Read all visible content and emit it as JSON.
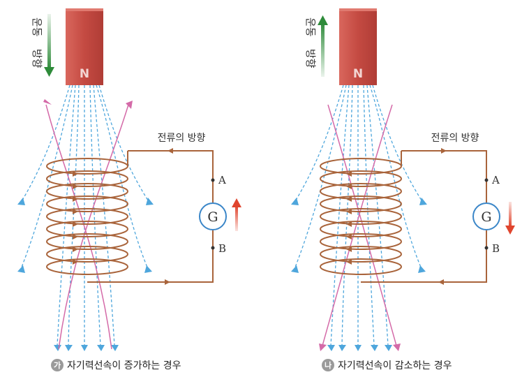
{
  "panels": [
    {
      "id": "ga",
      "motion_label": [
        "운동",
        "방향"
      ],
      "motion_direction": "down",
      "magnet_pole": "N",
      "current_label": "전류의 방향",
      "point_a": "A",
      "point_b": "B",
      "galvanometer": "G",
      "current_direction": "up",
      "badge": "가",
      "caption": "자기력선속이 증가하는 경우"
    },
    {
      "id": "na",
      "motion_label": [
        "운동",
        "방향"
      ],
      "motion_direction": "up",
      "magnet_pole": "N",
      "current_label": "전류의 방향",
      "point_a": "A",
      "point_b": "B",
      "galvanometer": "G",
      "current_direction": "down",
      "badge": "나",
      "caption": "자기력선속이 감소하는 경우"
    }
  ],
  "colors": {
    "magnet": "#c9524a",
    "field_line": "#4ea6dc",
    "pink_line": "#d46aa8",
    "coil": "#a9643b",
    "wire": "#a9643b",
    "motion_arrow": "#2e8b3a",
    "current_arrow": "#e0452e",
    "galvanometer": "#3a86c8"
  }
}
